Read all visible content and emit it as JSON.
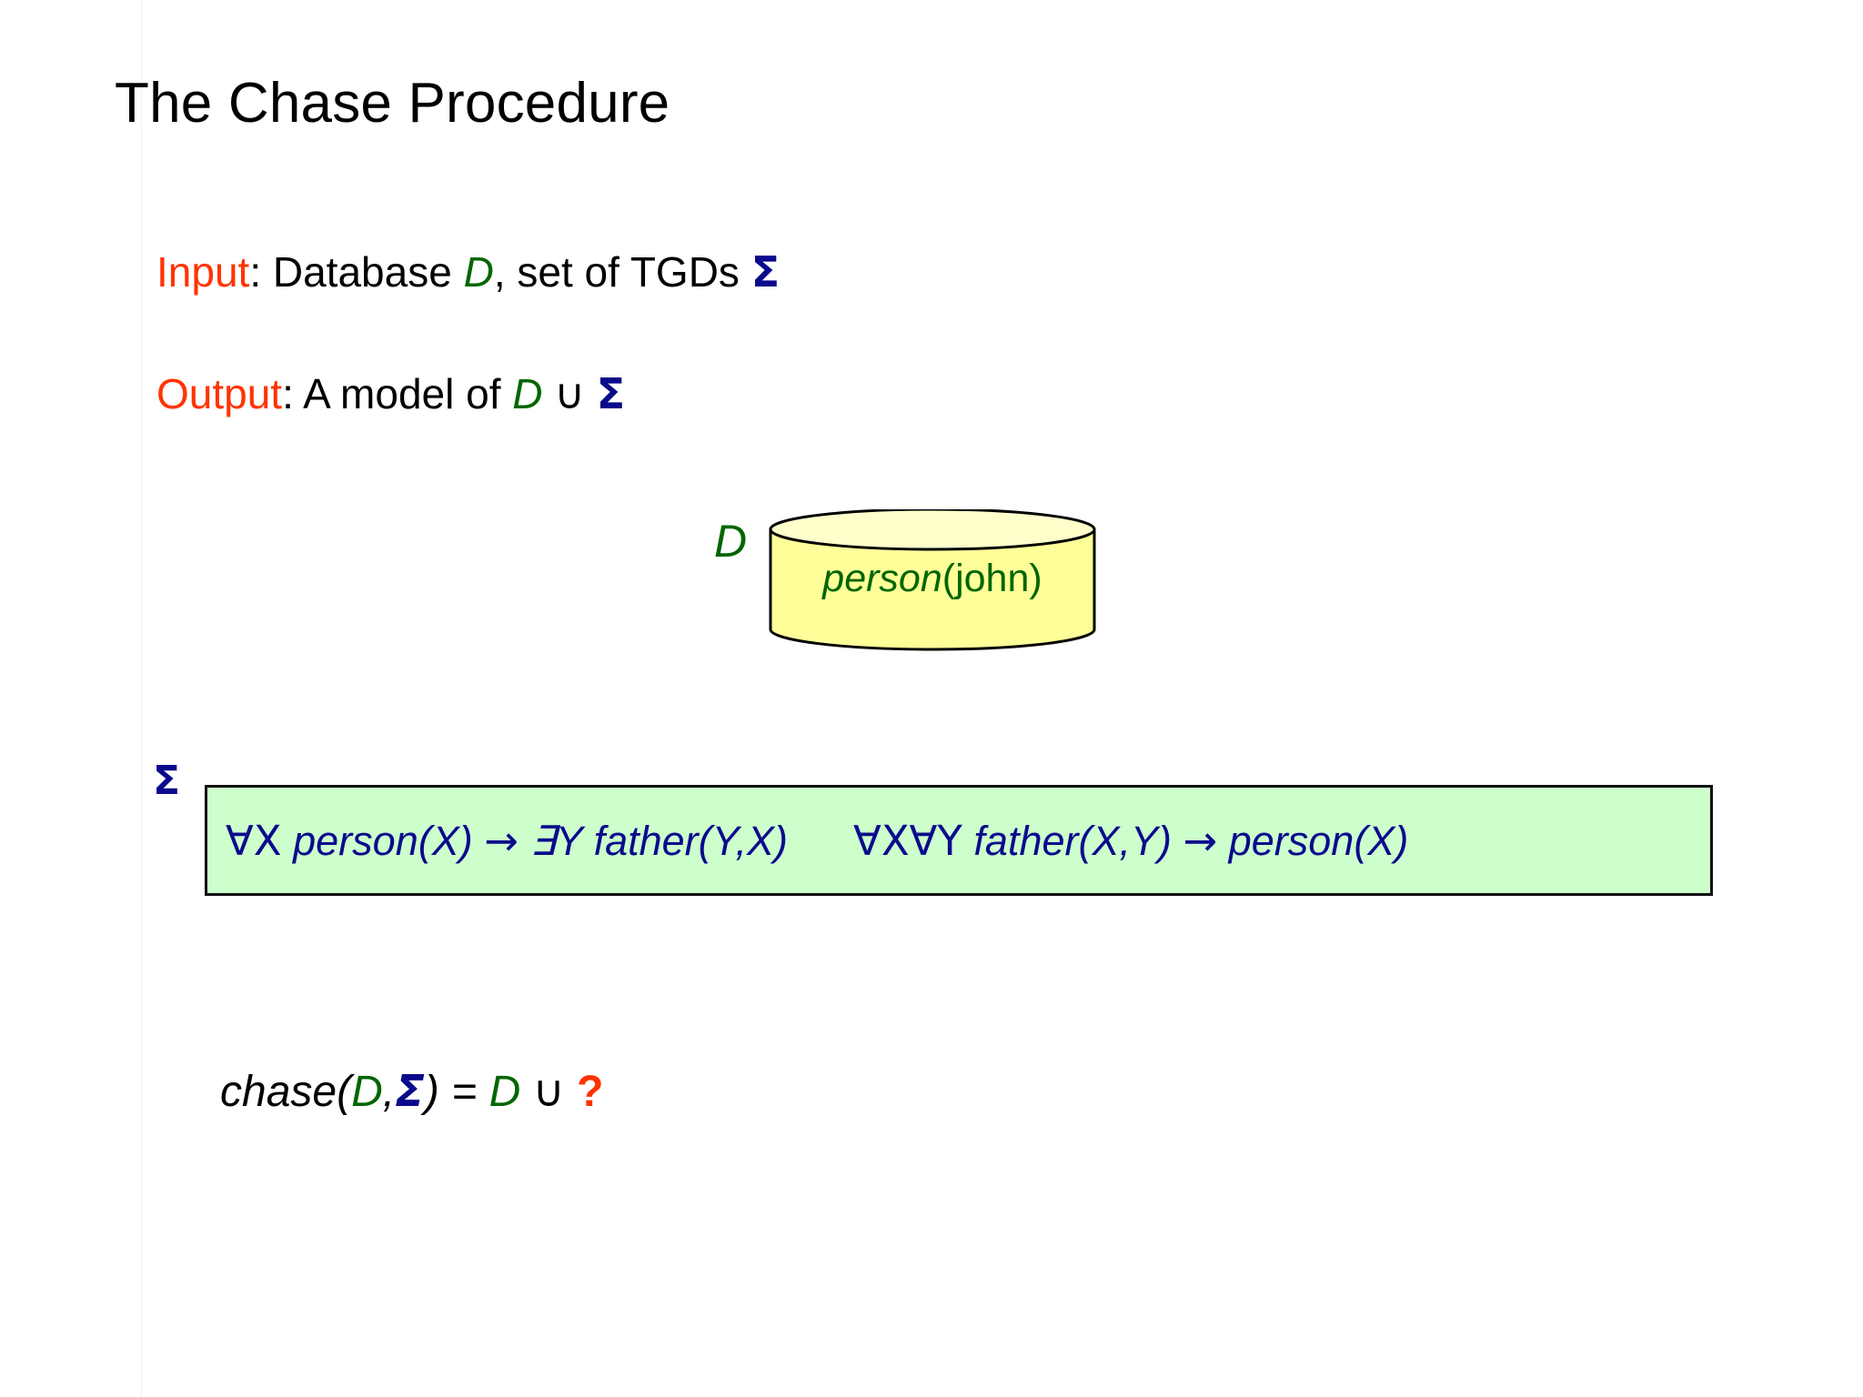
{
  "slide": {
    "title": "The Chase Procedure",
    "background_color": "#ffffff"
  },
  "colors": {
    "keyword_red": "#ff3300",
    "database_green": "#006600",
    "sigma_blue": "#0a0a8c",
    "formula_blue": "#0a0a8c",
    "cylinder_fill": "#ffff99",
    "cylinder_top_fill": "#ffffcc",
    "cylinder_stroke": "#000000",
    "tgd_box_fill": "#ccffcc",
    "tgd_box_stroke": "#111111",
    "text_black": "#000000"
  },
  "io": {
    "input": {
      "label": "Input",
      "colon": ": ",
      "text_before": "Database ",
      "symbol_d": "D",
      "text_middle": ", set of TGDs ",
      "symbol_sigma": "Σ"
    },
    "output": {
      "label": "Output",
      "colon": ": ",
      "text_before": "A model of ",
      "symbol_d": "D",
      "symbol_union": "∪",
      "symbol_sigma": "Σ"
    }
  },
  "database": {
    "label": "D",
    "fact_predicate": "person",
    "fact_arguments": "(john)"
  },
  "tgds": {
    "sigma_label": "Σ",
    "rules": [
      {
        "id": "rule-1",
        "quantifier": "∀X",
        "body": " person(X) ",
        "arrow": "→",
        "head": " ∃Y father(Y,X)",
        "full": "∀X person(X) → ∃Y father(Y,X)"
      },
      {
        "id": "rule-2",
        "quantifier": "∀X∀Y",
        "body": " father(X,Y) ",
        "arrow": "→",
        "head": " person(X)",
        "full": "∀X∀Y father(X,Y) → person(X)"
      }
    ]
  },
  "chase_equation": {
    "function_open": "chase(",
    "arg_d": "D",
    "comma": ",",
    "arg_sigma": "Σ",
    "close_equals": ") = ",
    "result_d": "D",
    "union": "∪",
    "unknown": "?"
  }
}
